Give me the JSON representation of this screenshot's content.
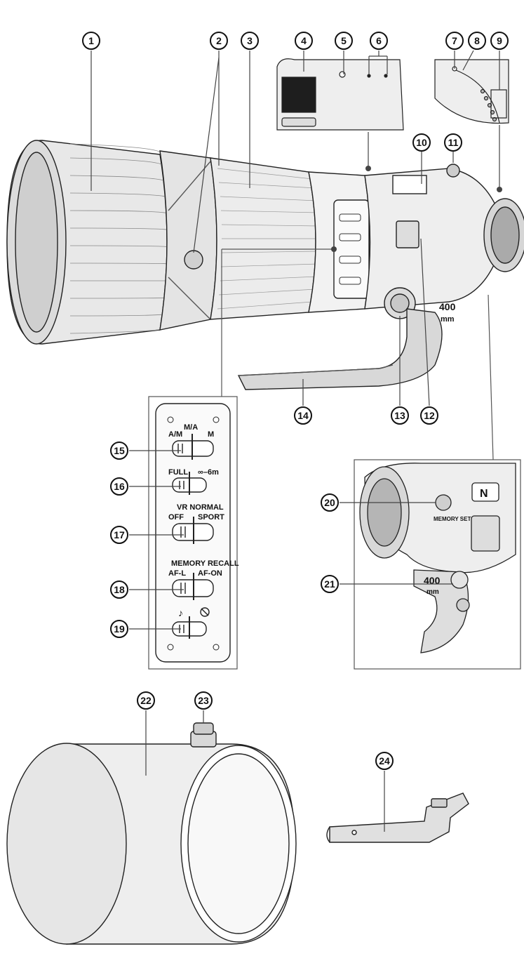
{
  "callouts": [
    "1",
    "2",
    "3",
    "4",
    "5",
    "6",
    "7",
    "8",
    "9",
    "10",
    "11",
    "12",
    "13",
    "14",
    "15",
    "16",
    "17",
    "18",
    "19",
    "20",
    "21",
    "22",
    "23",
    "24"
  ],
  "switches": {
    "focus_mode": {
      "left": "A/M",
      "center": "M/A",
      "right": "M"
    },
    "focus_limit": {
      "left": "FULL",
      "right": "∞–6m"
    },
    "vr": {
      "top": "VR NORMAL",
      "left": "OFF",
      "right": "SPORT"
    },
    "memory": {
      "top": "MEMORY RECALL",
      "left": "AF-L",
      "right": "AF-ON"
    },
    "sound": {
      "left": "♪"
    }
  },
  "lens_marks": {
    "focal": "400",
    "unit": "mm",
    "brand_mark": "N",
    "memory_set": "MEMORY SET"
  },
  "small_switch_labels": {
    "am": "A/M",
    "ma": "M/A",
    "m": "M",
    "full": "FULL",
    "limit": "∞–6m",
    "vr": "VR",
    "normal": "NORMAL",
    "off": "OFF",
    "sport": "SPORT",
    "memory": "MEMORY RECALL"
  }
}
